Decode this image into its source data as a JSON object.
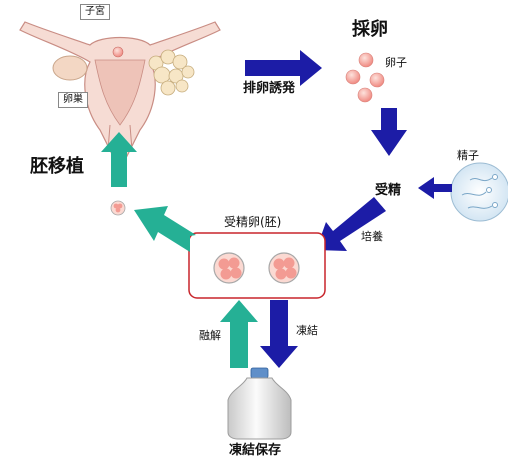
{
  "labels": {
    "uterus": "子宮",
    "ovary": "卵巣",
    "egg_retrieval": "採卵",
    "ovulation_induction": "排卵誘発",
    "egg": "卵子",
    "sperm": "精子",
    "fertilization": "受精",
    "culture": "培養",
    "fertilized_egg": "受精卵(胚)",
    "embryo_transfer": "胚移植",
    "thawing": "融解",
    "freezing": "凍結",
    "cryopreservation": "凍結保存"
  },
  "colors": {
    "blue_arrow": "#1c1ca6",
    "green_arrow": "#25b095",
    "embryo_box_border": "#c8252b",
    "uterus_fill": "#f6dcd4",
    "egg_fill": "#f39b93"
  },
  "icons": {
    "uterus": "uterus-illustration",
    "egg": "egg-cells-icon",
    "sperm": "sperm-petri-dish-icon",
    "embryo": "embryo-cell-icon",
    "tank": "liquid-nitrogen-tank-icon"
  }
}
